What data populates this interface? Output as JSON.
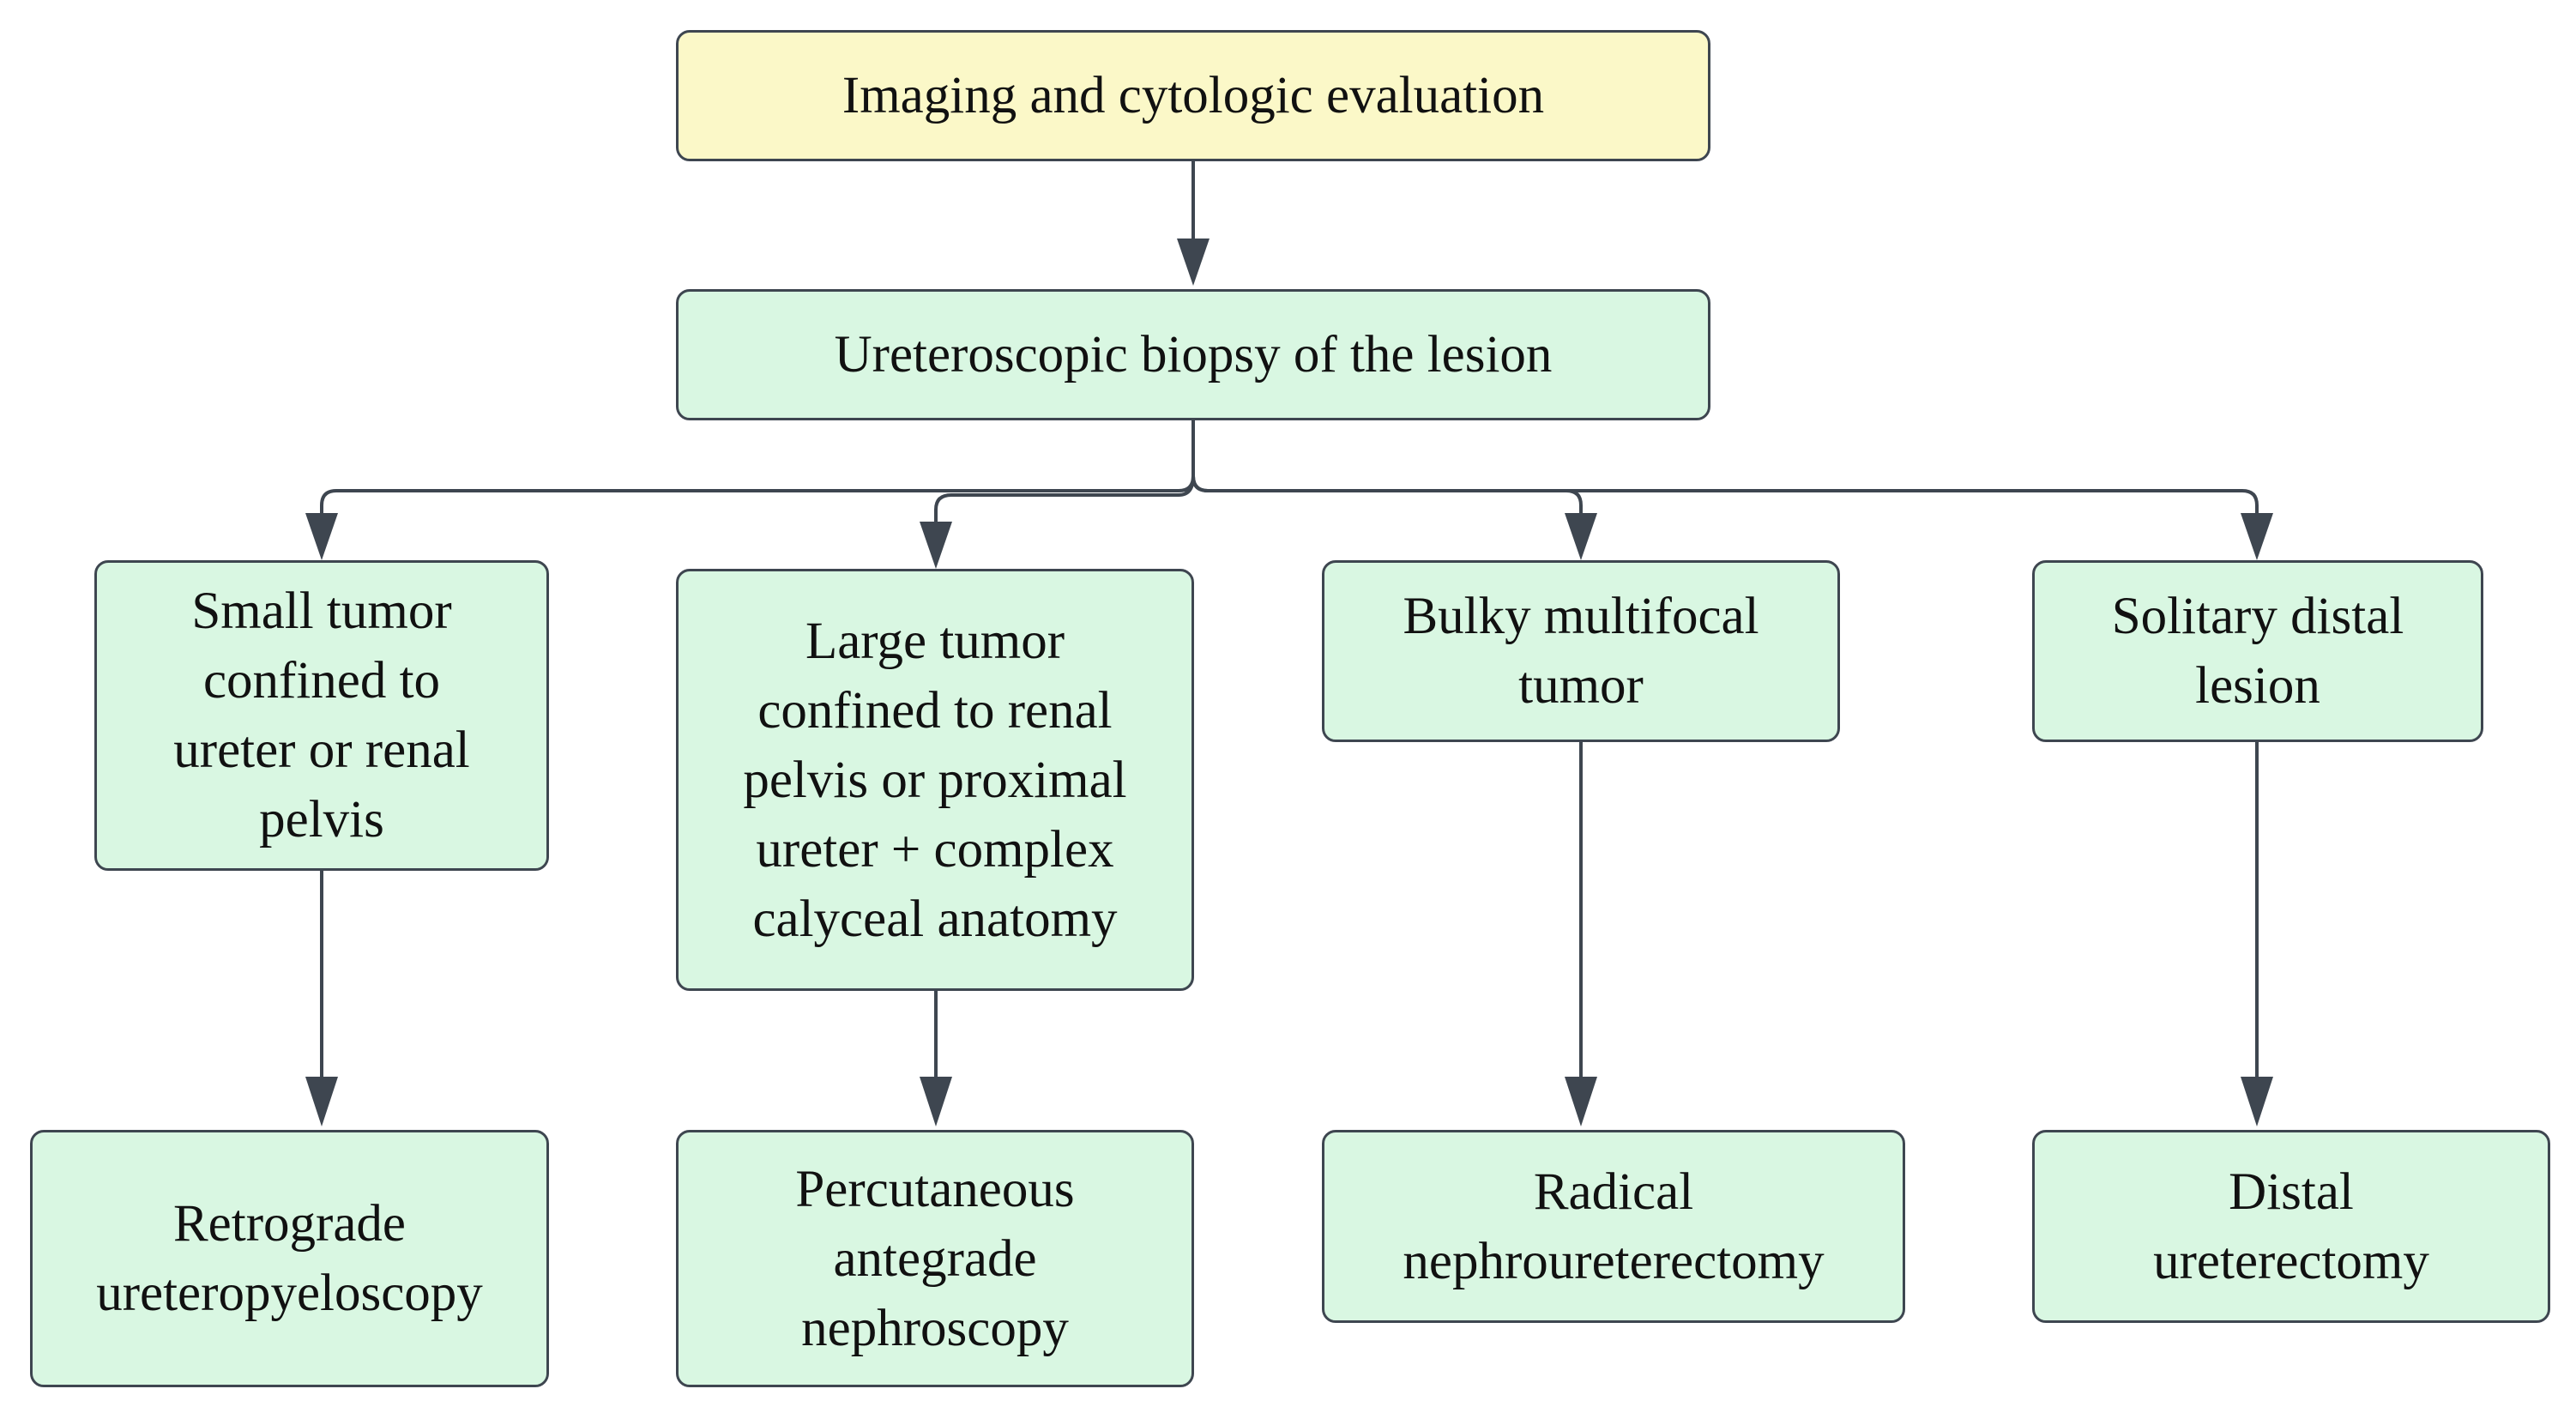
{
  "colors": {
    "start_fill": "#fbf8c8",
    "box_fill": "#d9f7e2",
    "border": "#3e4650",
    "arrow": "#3e4650",
    "text": "#111111"
  },
  "nodes": {
    "start": "Imaging and cytologic evaluation",
    "biopsy": "Ureteroscopic biopsy of the lesion",
    "small_tumor": "Small tumor confined to ureter or renal pelvis",
    "large_tumor": "Large tumor confined to renal pelvis or proximal ureter + complex calyceal anatomy",
    "bulky_tumor": "Bulky multifocal tumor",
    "solitary_distal": "Solitary distal lesion",
    "retrograde": "Retrograde ureteropyeloscopy",
    "percutaneous": "Percutaneous antegrade nephroscopy",
    "radical": "Radical nephroureterectomy",
    "distal": "Distal ureterectomy"
  },
  "edges": [
    {
      "from": "start",
      "to": "biopsy"
    },
    {
      "from": "biopsy",
      "to": "small_tumor"
    },
    {
      "from": "biopsy",
      "to": "large_tumor"
    },
    {
      "from": "biopsy",
      "to": "bulky_tumor"
    },
    {
      "from": "biopsy",
      "to": "solitary_distal"
    },
    {
      "from": "small_tumor",
      "to": "retrograde"
    },
    {
      "from": "large_tumor",
      "to": "percutaneous"
    },
    {
      "from": "bulky_tumor",
      "to": "radical"
    },
    {
      "from": "solitary_distal",
      "to": "distal"
    }
  ]
}
